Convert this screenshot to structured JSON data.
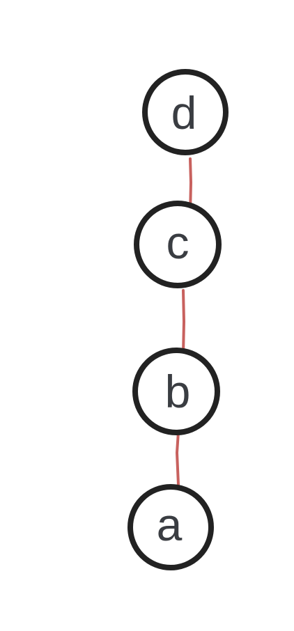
{
  "diagram": {
    "nodes": [
      {
        "id": "d",
        "label": "d"
      },
      {
        "id": "c",
        "label": "c"
      },
      {
        "id": "b",
        "label": "b"
      },
      {
        "id": "a",
        "label": "a"
      }
    ],
    "edges": [
      {
        "from": "d",
        "to": "c"
      },
      {
        "from": "c",
        "to": "b"
      },
      {
        "from": "b",
        "to": "a"
      }
    ],
    "colors": {
      "node_stroke": "#222222",
      "node_fill": "#ffffff",
      "edge": "#c8615e",
      "label": "#3a3d42"
    }
  }
}
